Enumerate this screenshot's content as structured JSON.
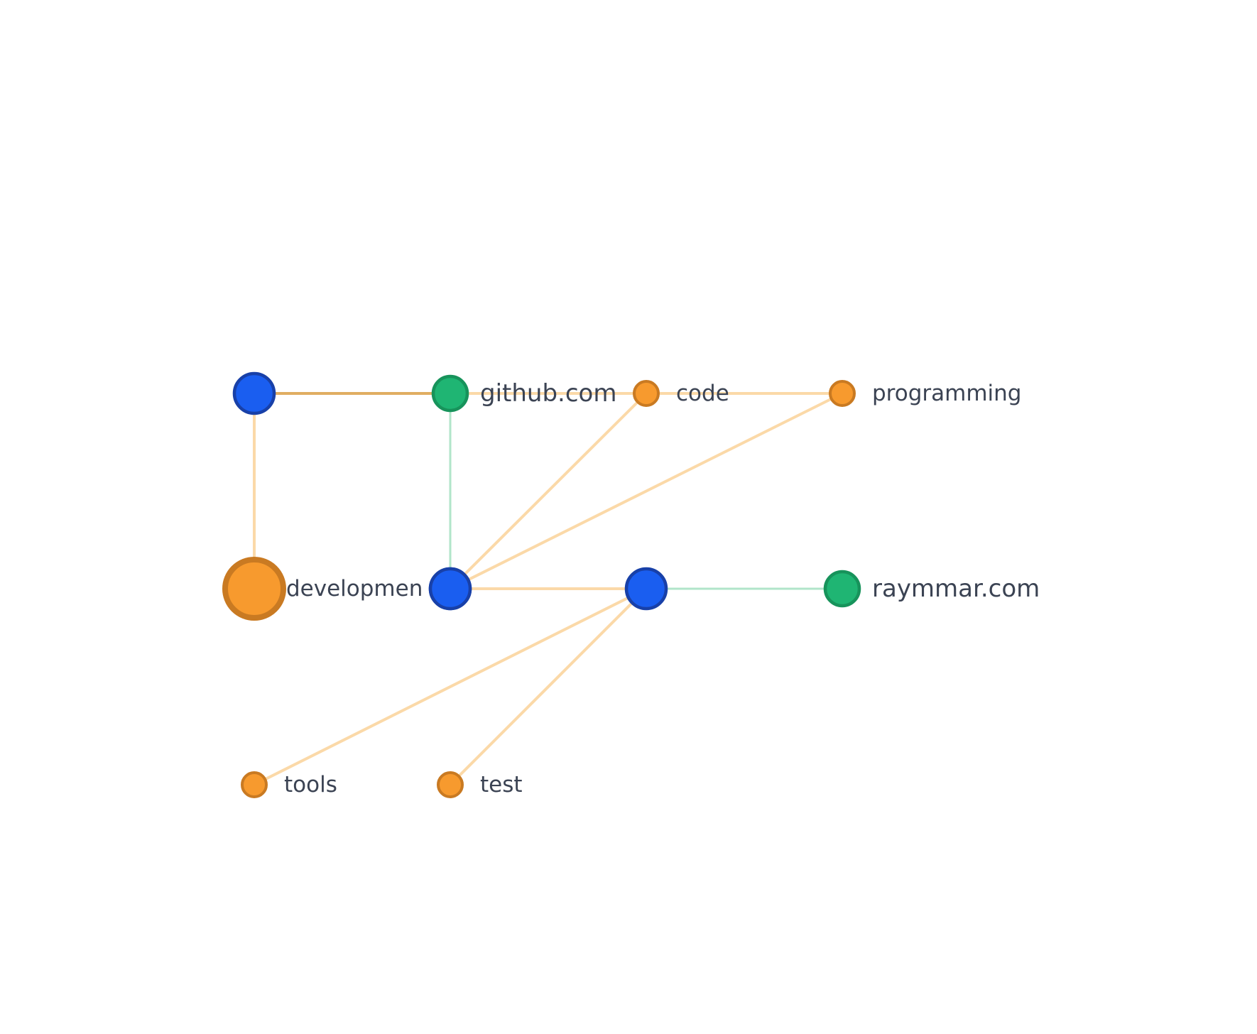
{
  "colors": {
    "background": "#ffffff",
    "label_text": "#3b4353",
    "bookmark_fill": "#1a5ef0",
    "bookmark_stroke": "#1840a8",
    "domain_fill": "#1fb573",
    "domain_stroke": "#17935b",
    "tag_fill": "#f79a2e",
    "tag_stroke": "#c97a22",
    "edge_tag": "#fbd9a8",
    "edge_tag_highlight": "#e0ad62",
    "edge_domain": "#b1e5ca"
  },
  "graph": {
    "nodes": [
      {
        "id": "bookmark-1",
        "kind": "bookmark",
        "label": ""
      },
      {
        "id": "github",
        "kind": "domain",
        "label": "github.com"
      },
      {
        "id": "code",
        "kind": "tag",
        "label": "code"
      },
      {
        "id": "programming",
        "kind": "tag",
        "label": "programming"
      },
      {
        "id": "development",
        "kind": "tag",
        "size": "large",
        "label": "developmen"
      },
      {
        "id": "bookmark-2",
        "kind": "bookmark",
        "label": ""
      },
      {
        "id": "bookmark-3",
        "kind": "bookmark",
        "label": ""
      },
      {
        "id": "raymmar",
        "kind": "domain",
        "label": "raymmar.com"
      },
      {
        "id": "tools",
        "kind": "tag",
        "label": "tools"
      },
      {
        "id": "test",
        "kind": "tag",
        "label": "test"
      }
    ],
    "edges": [
      {
        "source": "bookmark-1",
        "target": "github",
        "kind": "highlight"
      },
      {
        "source": "github",
        "target": "code",
        "kind": "tag"
      },
      {
        "source": "code",
        "target": "programming",
        "kind": "tag"
      },
      {
        "source": "bookmark-1",
        "target": "development",
        "kind": "tag"
      },
      {
        "source": "github",
        "target": "bookmark-2",
        "kind": "domain"
      },
      {
        "source": "bookmark-2",
        "target": "code",
        "kind": "tag"
      },
      {
        "source": "bookmark-2",
        "target": "programming",
        "kind": "tag"
      },
      {
        "source": "bookmark-2",
        "target": "bookmark-3",
        "kind": "tag"
      },
      {
        "source": "bookmark-3",
        "target": "raymmar",
        "kind": "domain"
      },
      {
        "source": "bookmark-3",
        "target": "tools",
        "kind": "tag"
      },
      {
        "source": "bookmark-3",
        "target": "test",
        "kind": "tag"
      }
    ]
  }
}
